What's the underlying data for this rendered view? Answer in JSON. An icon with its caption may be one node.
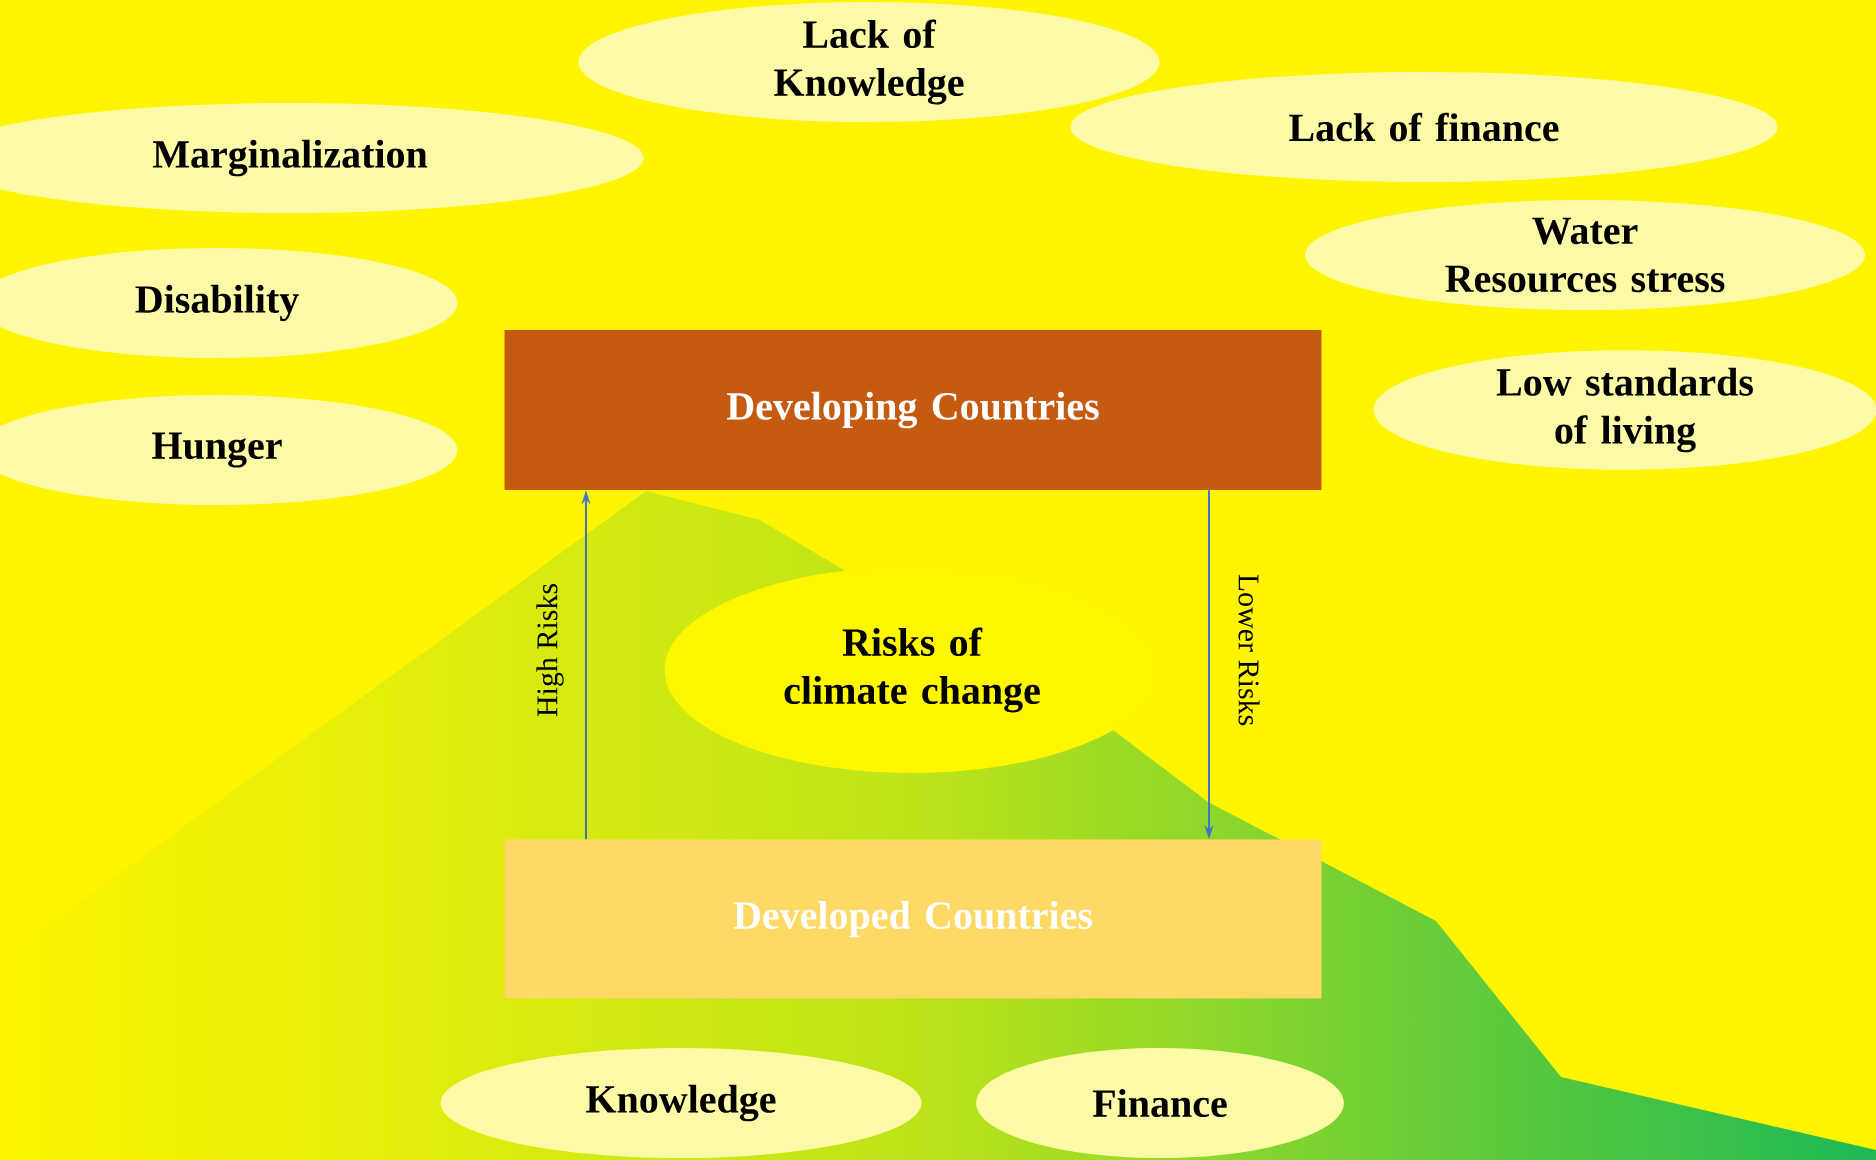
{
  "diagram": {
    "nodes": [
      {
        "text": [
          "Lack of Knowledge"
        ]
      },
      {
        "text": [
          "Marginalization"
        ]
      },
      {
        "text": [
          "Lack of finance"
        ]
      },
      {
        "text": [
          "Disability"
        ]
      },
      {
        "text": [
          "Water Resources stress"
        ]
      },
      {
        "text": [
          "Hunger"
        ]
      },
      {
        "text": [
          "Low standards of living"
        ]
      },
      {
        "text": [
          "Developing Countries"
        ]
      },
      {
        "text": [
          "Risks of climate change"
        ]
      },
      {
        "text": [
          "Developed Countries"
        ]
      },
      {
        "text": [
          "Knowledge"
        ]
      },
      {
        "text": [
          "Finance"
        ]
      }
    ],
    "edges": [
      {
        "from": 9,
        "to": 7,
        "arrow": "to",
        "label": "High Risks"
      },
      {
        "from": 7,
        "to": 9,
        "arrow": "to",
        "label": "Lower Risks"
      }
    ]
  }
}
